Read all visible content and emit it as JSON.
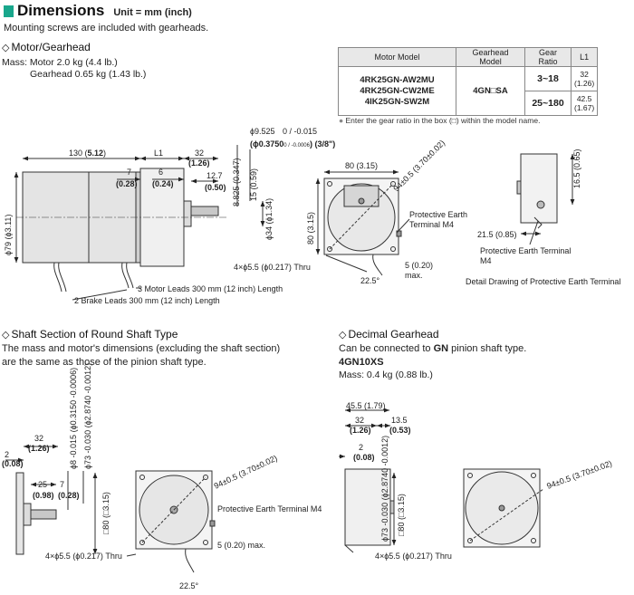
{
  "header": {
    "title": "Dimensions",
    "unit": "Unit = mm (inch)",
    "mounting_note": "Mounting screws are included with gearheads."
  },
  "motor_gearhead": {
    "title": "Motor/Gearhead",
    "mass_motor": "Mass: Motor 2.0 kg (4.4 lb.)",
    "mass_gearhead": "Gearhead 0.65 kg (1.43 lb.)",
    "table": {
      "headers": [
        "Motor Model",
        "Gearhead Model",
        "Gear Ratio",
        "L1"
      ],
      "motor_models": [
        "4RK25GN-AW2MU",
        "4RK25GN-CW2ME",
        "4IK25GN-SW2M"
      ],
      "gearhead_model": "4GN□SA",
      "ratios": [
        {
          "ratio": "3~18",
          "l1_mm": "32",
          "l1_in": "(1.26)"
        },
        {
          "ratio": "25~180",
          "l1_mm": "42.5",
          "l1_in": "(1.67)"
        }
      ]
    },
    "table_note": "Enter the gear ratio in the box (□) within the model name.",
    "dims": {
      "d130": "130 (",
      "d130b": "5.12",
      "d130c": ")",
      "l1": "L1",
      "d32": "32",
      "d32b": "(1.26)",
      "d7": "7",
      "d7b": "(0.28)",
      "d6": "6",
      "d6b": "(0.24)",
      "d127": "12.7",
      "d127b": "(0.50)",
      "phi9525": "ϕ9.525",
      "phi9525tol": "0 / -0.015",
      "phi0375": "(ϕ0.3750",
      "phi0375tol": "0 / -0.0006",
      "phi0375c": ") (3/8\")",
      "d8825": "8.825 (0.347)",
      "d15": "15 (0.59)",
      "phi34": "ϕ34 (ϕ1.34)",
      "phi79": "ϕ79 (ϕ3.11)",
      "d80a": "80 (3.15)",
      "d80b": "80 (3.15)",
      "d94": "94±0.5 (3.70±0.02)",
      "pe_terminal": "Protective Earth",
      "pe_terminal2": "Terminal M4",
      "thru": "4×ϕ5.5 (ϕ0.217) Thru",
      "d225": "22.5°",
      "d5": "5 (0.20)",
      "max": "max.",
      "motor_leads": "3 Motor Leads 300 mm (12 inch) Length",
      "brake_leads": "2 Brake Leads 300 mm (12 inch) Length",
      "d165": "16.5 (0.65)",
      "d215": "21.5 (0.85)",
      "pe_terminal_detail": "Protective Earth Terminal",
      "m4": "M4",
      "detail_caption": "Detail Drawing of Protective Earth Terminal"
    }
  },
  "shaft_section": {
    "title": "Shaft Section of Round Shaft Type",
    "desc1": "The mass and motor's dimensions (excluding the shaft section)",
    "desc2": "are the same as those of the pinion shaft type.",
    "dims": {
      "d2": "2",
      "d2b": "(0.08)",
      "d32": "32",
      "d32b": "(1.26)",
      "d25": "25",
      "d25b": "(0.98)",
      "d7": "7",
      "d7b": "(0.28)",
      "phi8": "ϕ8 -0.015 (ϕ0.3150 -0.0006)",
      "phi73": "ϕ73 -0.030 (ϕ2.8740 -0.0012)",
      "sq80": "□80 (□3.15)",
      "d94": "94±0.5 (3.70±0.02)",
      "pe": "Protective Earth Terminal M4",
      "d5": "5 (0.20) max.",
      "thru": "4×ϕ5.5 (ϕ0.217) Thru",
      "d225": "22.5°"
    }
  },
  "decimal_gearhead": {
    "title": "Decimal Gearhead",
    "desc_a": "Can be connected to ",
    "desc_gn": "GN",
    "desc_b": " pinion shaft type.",
    "model": "4GN10XS",
    "mass": "Mass: 0.4 kg (0.88 lb.)",
    "dims": {
      "d455": "45.5 (1.79)",
      "d32": "32",
      "d32b": "(1.26)",
      "d135": "13.5",
      "d135b": "(0.53)",
      "d2": "2",
      "d2b": "(0.08)",
      "phi73": "ϕ73 -0.030 (ϕ2.8740 -0.0012)",
      "sq80": "□80 (□3.15)",
      "d94": "94±0.5 (3.70±0.02)",
      "thru": "4×ϕ5.5 (ϕ0.217) Thru"
    }
  }
}
